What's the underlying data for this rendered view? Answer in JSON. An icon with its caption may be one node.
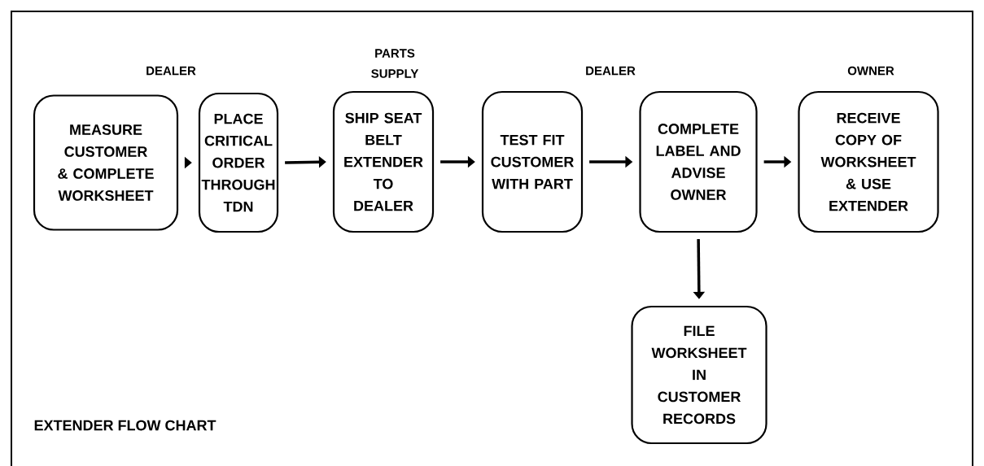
{
  "diagram": {
    "caption": "EXTENDER FLOW CHART",
    "nodes": [
      {
        "text": [
          "MEASURE CUSTOMER & COMPLETE WORKSHEET"
        ]
      },
      {
        "text": [
          "PLACE CRITICAL ORDER THROUGH TDN"
        ]
      },
      {
        "text": [
          "SHIP SEAT BELT EXTENDER TO DEALER"
        ]
      },
      {
        "text": [
          "TEST FIT CUSTOMER WITH PART"
        ]
      },
      {
        "text": [
          "COMPLETE LABEL AND ADVISE OWNER"
        ]
      },
      {
        "text": [
          "RECEIVE COPY OF WORKSHEET & USE EXTENDER"
        ]
      },
      {
        "text": [
          "FILE WORKSHEET IN CUSTOMER RECORDS"
        ]
      }
    ],
    "edges": [
      {
        "from": 0,
        "to": 1,
        "arrow": "to"
      },
      {
        "from": 1,
        "to": 2,
        "arrow": "to"
      },
      {
        "from": 2,
        "to": 3,
        "arrow": "to"
      },
      {
        "from": 3,
        "to": 4,
        "arrow": "to"
      },
      {
        "from": 4,
        "to": 5,
        "arrow": "to"
      },
      {
        "from": 4,
        "to": 6,
        "arrow": "to"
      }
    ],
    "labels": [
      "DEALER",
      "PARTS SUPPLY",
      "DEALER",
      "OWNER"
    ]
  }
}
